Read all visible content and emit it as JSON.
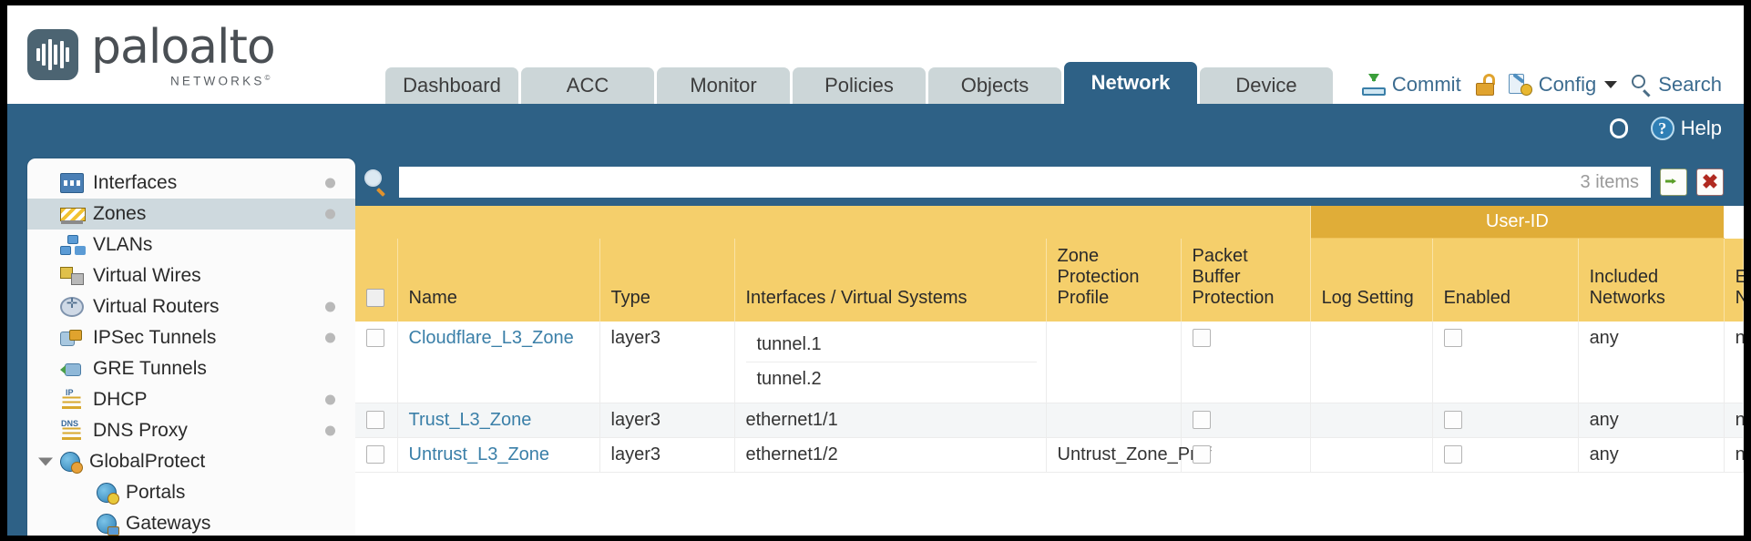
{
  "brand": {
    "name": "paloalto",
    "sub": "NETWORKS",
    "mark": "paloalto-logo"
  },
  "nav": {
    "tabs": [
      {
        "label": "Dashboard",
        "active": false
      },
      {
        "label": "ACC",
        "active": false
      },
      {
        "label": "Monitor",
        "active": false
      },
      {
        "label": "Policies",
        "active": false
      },
      {
        "label": "Objects",
        "active": false
      },
      {
        "label": "Network",
        "active": true
      },
      {
        "label": "Device",
        "active": false
      }
    ]
  },
  "topright": {
    "commit": "Commit",
    "lock_icon": "unlock-icon",
    "config": "Config",
    "search": "Search"
  },
  "band": {
    "refresh_icon": "refresh-icon",
    "help": "Help",
    "help_glyph": "?"
  },
  "sidebar": {
    "items": [
      {
        "label": "Interfaces",
        "icon": "interfaces-icon",
        "selected": false,
        "dot": true,
        "child": false,
        "expander": false
      },
      {
        "label": "Zones",
        "icon": "zones-icon",
        "selected": true,
        "dot": true,
        "child": false,
        "expander": false
      },
      {
        "label": "VLANs",
        "icon": "vlans-icon",
        "selected": false,
        "dot": false,
        "child": false,
        "expander": false
      },
      {
        "label": "Virtual Wires",
        "icon": "virtual-wires-icon",
        "selected": false,
        "dot": false,
        "child": false,
        "expander": false
      },
      {
        "label": "Virtual Routers",
        "icon": "virtual-routers-icon",
        "selected": false,
        "dot": true,
        "child": false,
        "expander": false
      },
      {
        "label": "IPSec Tunnels",
        "icon": "ipsec-tunnels-icon",
        "selected": false,
        "dot": true,
        "child": false,
        "expander": false
      },
      {
        "label": "GRE Tunnels",
        "icon": "gre-tunnels-icon",
        "selected": false,
        "dot": false,
        "child": false,
        "expander": false
      },
      {
        "label": "DHCP",
        "icon": "dhcp-icon",
        "selected": false,
        "dot": true,
        "child": false,
        "expander": false
      },
      {
        "label": "DNS Proxy",
        "icon": "dns-proxy-icon",
        "selected": false,
        "dot": true,
        "child": false,
        "expander": false
      },
      {
        "label": "GlobalProtect",
        "icon": "globalprotect-icon",
        "selected": false,
        "dot": false,
        "child": false,
        "expander": true
      },
      {
        "label": "Portals",
        "icon": "portals-icon",
        "selected": false,
        "dot": false,
        "child": true,
        "expander": false
      },
      {
        "label": "Gateways",
        "icon": "gateways-icon",
        "selected": false,
        "dot": false,
        "child": true,
        "expander": false
      }
    ]
  },
  "toolbar": {
    "search_icon": "magnifier-icon",
    "filter_value": "",
    "filter_placeholder": "",
    "item_count": "3 items",
    "apply_icon": "apply-filter-arrow-icon",
    "clear_icon": "clear-filter-x-icon",
    "clear_glyph": "✖"
  },
  "table": {
    "group_header": "User-ID",
    "columns": [
      "Name",
      "Type",
      "Interfaces / Virtual Systems",
      "Zone Protection Profile",
      "Packet Buffer Protection",
      "Log Setting",
      "Enabled",
      "Included Networks",
      "Excluded Networks"
    ],
    "rows": [
      {
        "selected": false,
        "name": "Cloudflare_L3_Zone",
        "type": "layer3",
        "interfaces": [
          "tunnel.1",
          "tunnel.2"
        ],
        "zone_protection_profile": "",
        "packet_buffer_protection": false,
        "log_setting": "",
        "userid_enabled": false,
        "included_networks": "any",
        "excluded_networks": "none"
      },
      {
        "selected": false,
        "name": "Trust_L3_Zone",
        "type": "layer3",
        "interfaces": [
          "ethernet1/1"
        ],
        "zone_protection_profile": "",
        "packet_buffer_protection": false,
        "log_setting": "",
        "userid_enabled": false,
        "included_networks": "any",
        "excluded_networks": "none"
      },
      {
        "selected": false,
        "name": "Untrust_L3_Zone",
        "type": "layer3",
        "interfaces": [
          "ethernet1/2"
        ],
        "zone_protection_profile": "Untrust_Zone_Prof",
        "packet_buffer_protection": false,
        "log_setting": "",
        "userid_enabled": false,
        "included_networks": "any",
        "excluded_networks": "none"
      }
    ]
  },
  "colors": {
    "band_blue": "#2e6186",
    "header_amber": "#f5cf6b",
    "group_amber": "#e0ad38",
    "link_blue": "#3a7fa8",
    "active_tab": "#2e6186"
  }
}
